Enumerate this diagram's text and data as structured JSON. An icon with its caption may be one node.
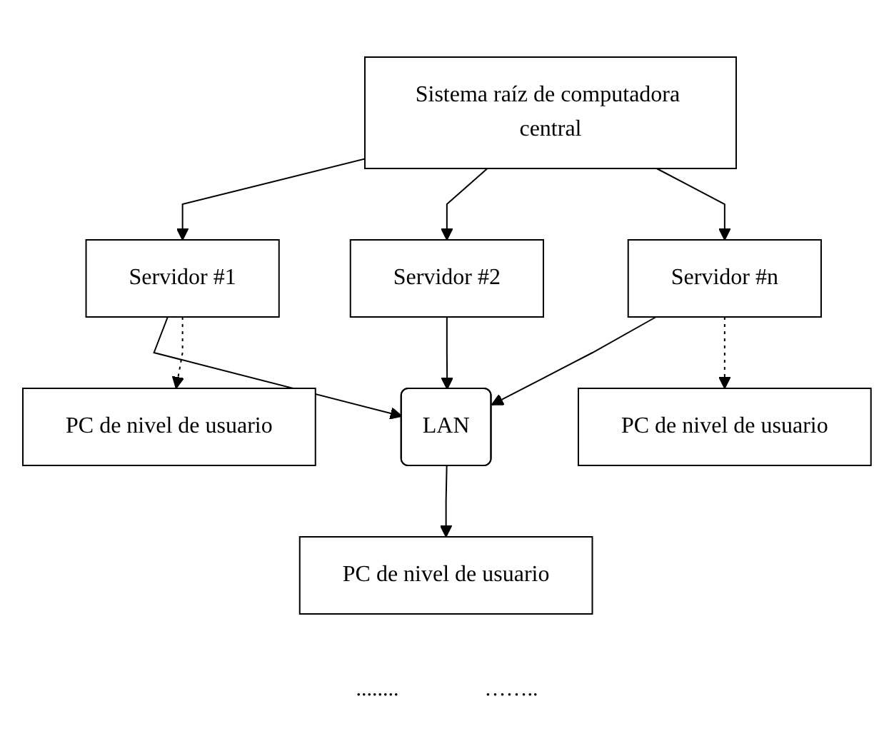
{
  "diagram": {
    "nodes": [
      {
        "text": [
          "Sistema raíz de computadora central"
        ]
      },
      {
        "text": [
          "Servidor #1"
        ]
      },
      {
        "text": [
          "Servidor #2"
        ]
      },
      {
        "text": [
          "Servidor #n"
        ]
      },
      {
        "text": [
          "LAN"
        ]
      },
      {
        "text": [
          "PC de nivel de usuario"
        ]
      },
      {
        "text": [
          "PC de nivel de usuario"
        ]
      },
      {
        "text": [
          "PC de nivel de usuario"
        ]
      }
    ],
    "edges": [
      {
        "from": 0,
        "to": 1,
        "arrow": "to"
      },
      {
        "from": 0,
        "to": 2,
        "arrow": "to"
      },
      {
        "from": 0,
        "to": 3,
        "arrow": "to"
      },
      {
        "from": 1,
        "to": 4,
        "arrow": "to"
      },
      {
        "from": 2,
        "to": 4,
        "arrow": "to"
      },
      {
        "from": 3,
        "to": 4,
        "arrow": "to"
      },
      {
        "from": 1,
        "to": 5,
        "arrow": "to",
        "style": "dashed"
      },
      {
        "from": 4,
        "to": 6,
        "arrow": "to"
      },
      {
        "from": 3,
        "to": 7,
        "arrow": "to",
        "style": "dashed"
      }
    ],
    "labels": [
      "........",
      "…….."
    ]
  }
}
